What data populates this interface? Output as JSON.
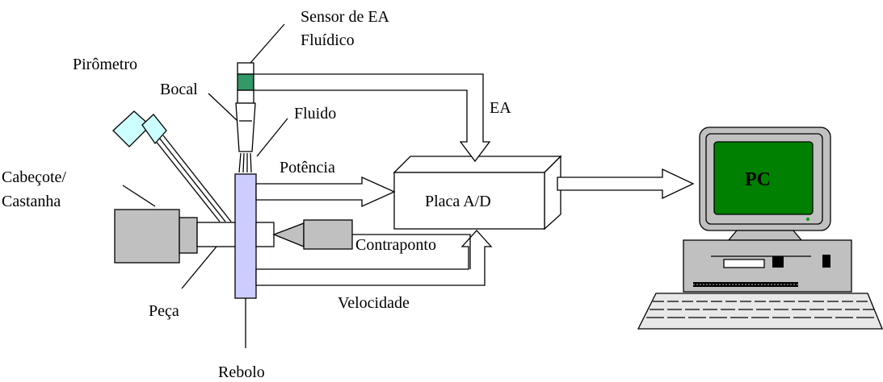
{
  "labels": {
    "sensor_line1": "Sensor de EA",
    "sensor_line2": "Fluídico",
    "pirometro": "Pirômetro",
    "bocal": "Bocal",
    "fluido": "Fluido",
    "ea": "EA",
    "potencia": "Potência",
    "cabecote_line1": "Cabeçote/",
    "cabecote_line2": "Castanha",
    "placa": "Placa A/D",
    "contraponto": "Contraponto",
    "velocidade": "Velocidade",
    "peca": "Peça",
    "rebolo": "Rebolo",
    "pc": "PC"
  },
  "colors": {
    "rebolo_fill": "#ccccff",
    "pirometro_fill": "#ccffff",
    "sensor_fill": "#339966",
    "gray_fill": "#c0c0c0",
    "screen_fill": "#008000"
  }
}
